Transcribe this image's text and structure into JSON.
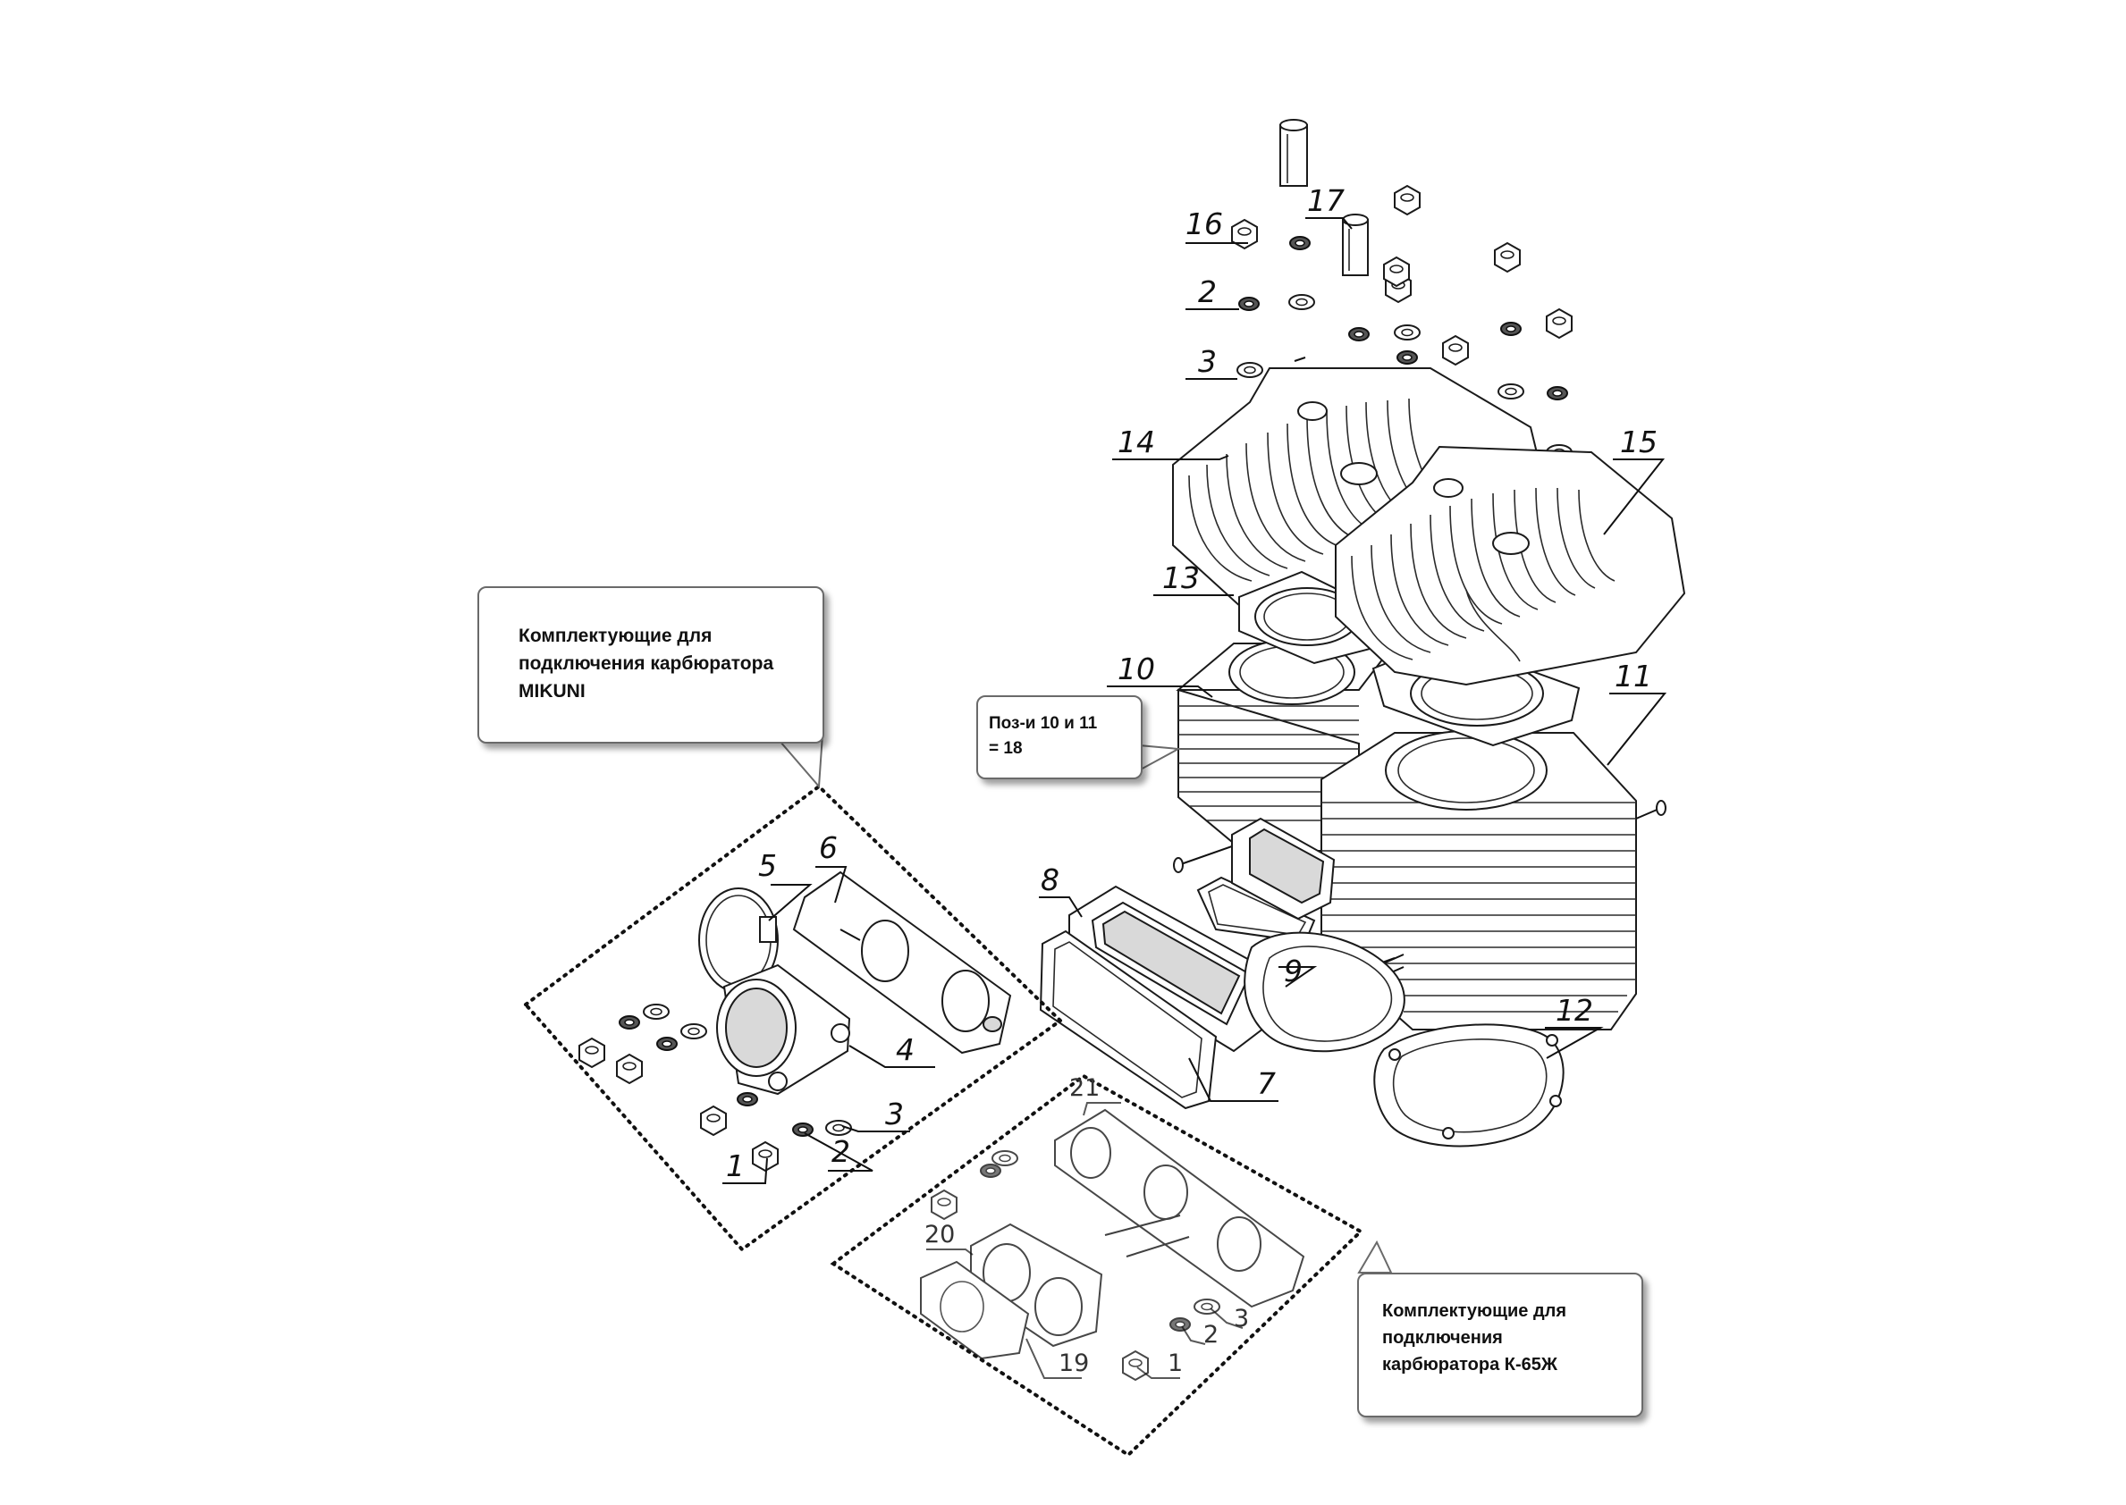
{
  "callouts": {
    "mikuni": {
      "line1": "Комплектующие для",
      "line2": "подключения карбюратора",
      "line3": "MIKUNI"
    },
    "positions": {
      "line1": "Поз-и 10 и 11",
      "line2": "= 18"
    },
    "k65": {
      "line1": "Комплектующие для",
      "line2": "подключения",
      "line3": "карбюратора К-65Ж"
    }
  },
  "part_numbers": {
    "p1": "1",
    "p2": "2",
    "p3": "3",
    "p4": "4",
    "p5": "5",
    "p6": "6",
    "p7": "7",
    "p8": "8",
    "p9": "9",
    "p10": "10",
    "p11": "11",
    "p12": "12",
    "p13": "13",
    "p14": "14",
    "p15": "15",
    "p16": "16",
    "p17": "17",
    "p2_top": "2",
    "p3_top": "3",
    "p1_lower": "1",
    "p2_lower": "2",
    "p3_lower": "3",
    "p19": "19",
    "p20": "20",
    "p21": "21"
  }
}
